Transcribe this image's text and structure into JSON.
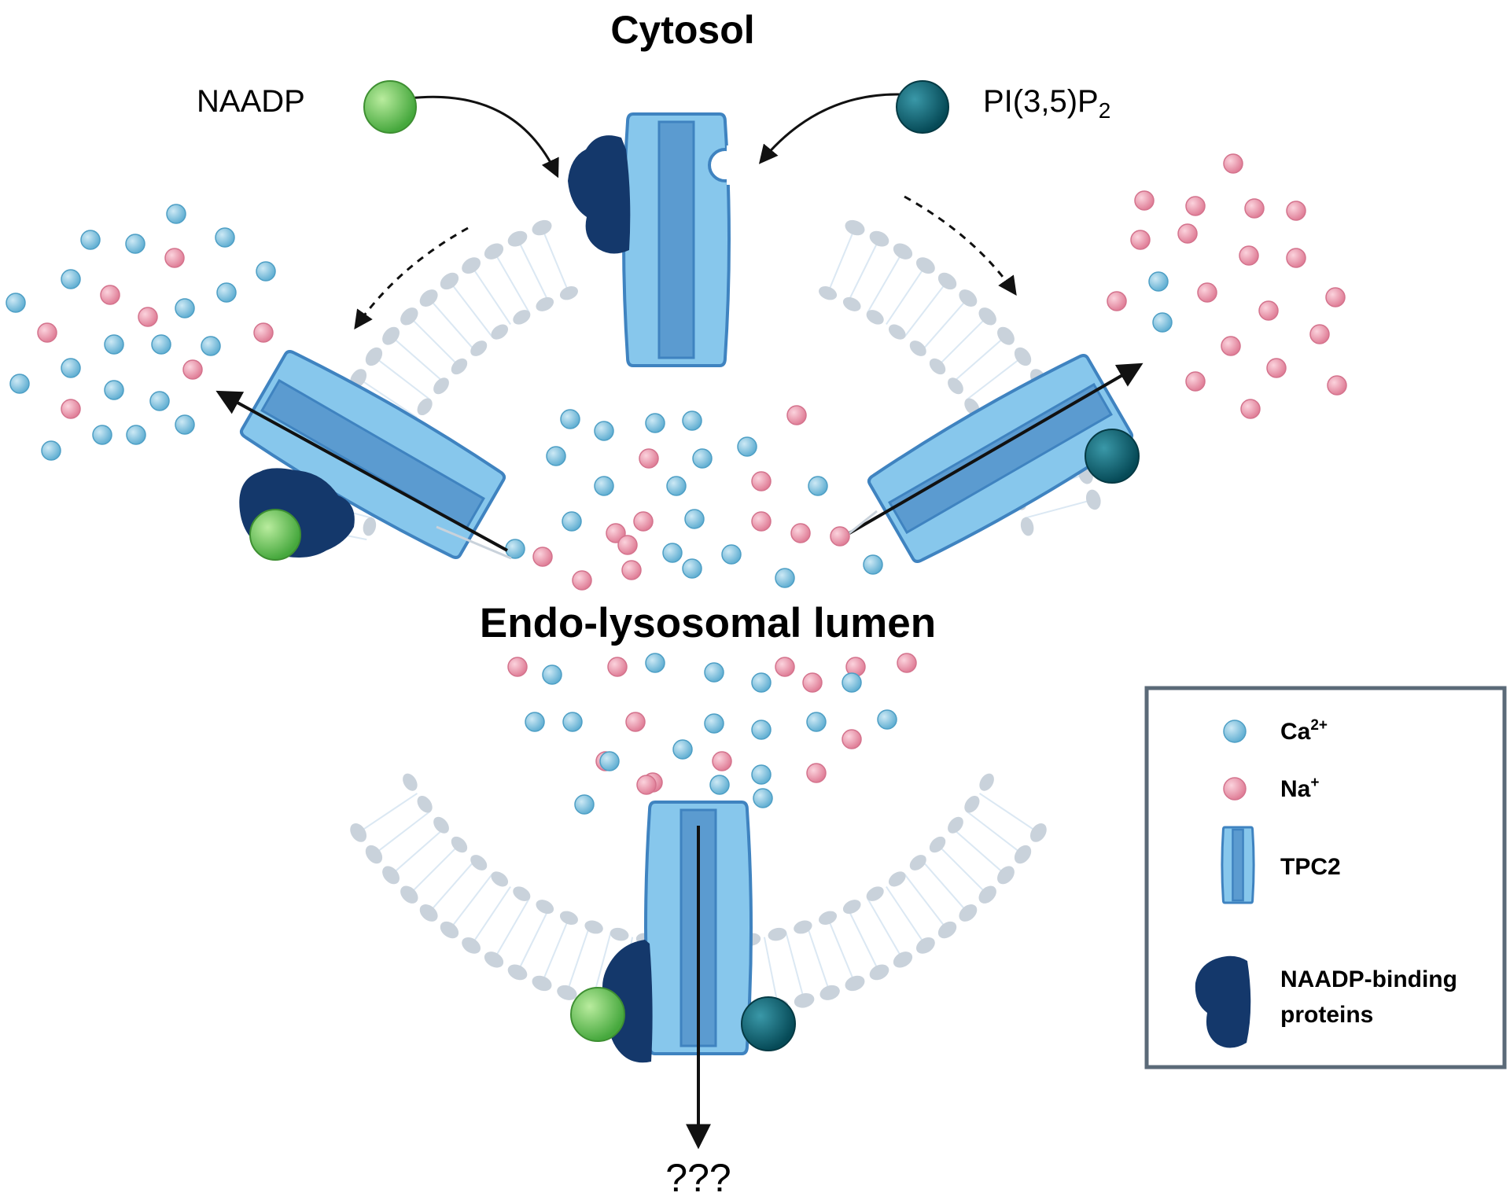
{
  "labels": {
    "cytosol": "Cytosol",
    "lumen": "Endo-lysosomal lumen",
    "naadp": "NAADP",
    "pip2_main": "PI(3,5)P",
    "pip2_sub": "2",
    "unknown": "???"
  },
  "legend": {
    "ca_main": "Ca",
    "ca_sup": "2+",
    "na_main": "Na",
    "na_sup": "+",
    "tpc2": "TPC2",
    "naadp_bp_line1": "NAADP-binding",
    "naadp_bp_line2": "proteins"
  },
  "colors": {
    "ca_ion": "#7ec3df",
    "na_ion": "#ef9bb0",
    "tpc2_light": "#87c7ec",
    "tpc2_dark": "#5b9bd0",
    "tpc2_outline": "#3f83c0",
    "binding_protein": "#14386b",
    "naadp_ligand": "#6cc55a",
    "pip2_ligand": "#0e6777",
    "membrane_head": "#c9d2db",
    "legend_border": "#5b6a78"
  }
}
